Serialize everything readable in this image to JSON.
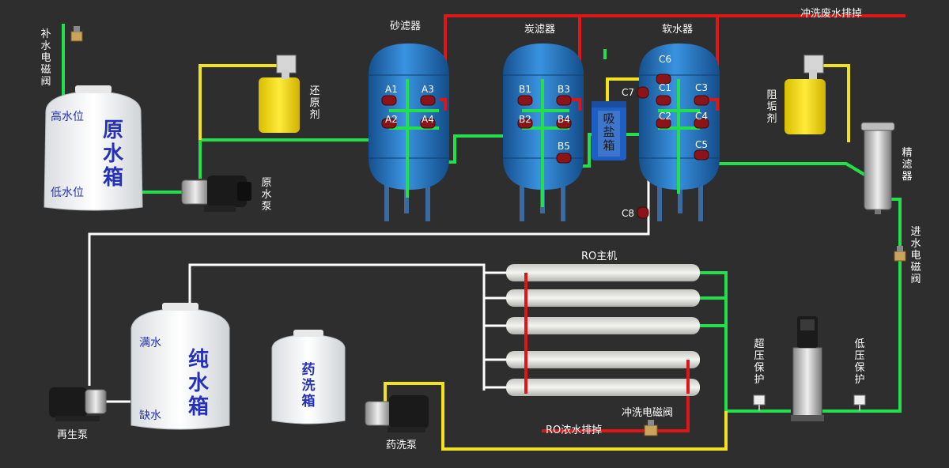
{
  "labels": {
    "makeup_valve": "补水电磁阀",
    "raw_tank": "原水箱",
    "high_level": "高水位",
    "low_level": "低水位",
    "raw_pump": "原水泵",
    "reducer": "还原剂",
    "sand_filter": "砂滤器",
    "carbon_filter": "炭滤器",
    "softener": "软水器",
    "brine_tank": "吸盐箱",
    "waste_drain": "冲洗废水排掉",
    "antiscalant": "阻垢剂",
    "fine_filter": "精滤器",
    "inlet_valve": "进水电磁阀",
    "ro_host": "RO主机",
    "regen_pump": "再生泵",
    "pure_tank": "纯水箱",
    "full_level": "满水",
    "low_water": "缺水",
    "chem_tank": "药洗箱",
    "chem_pump": "药洗泵",
    "flush_valve": "冲洗电磁阀",
    "ro_drain": "RO浓水排掉",
    "high_pressure": "超压保护",
    "low_pressure": "低压保护"
  },
  "valves": {
    "sand": [
      "A1",
      "A2",
      "A3",
      "A4"
    ],
    "carbon": [
      "B1",
      "B2",
      "B3",
      "B4",
      "B5"
    ],
    "softener": [
      "C6",
      "C1",
      "C2",
      "C3",
      "C4",
      "C5",
      "C7",
      "C8"
    ]
  },
  "colors": {
    "background": "#2e2e2e",
    "pipe_green": "#22e04a",
    "pipe_red": "#e01515",
    "pipe_yellow": "#f2e21d",
    "pipe_white": "#ffffff",
    "vessel_blue": "#2a78c8",
    "label_blue": "#2431b8"
  }
}
